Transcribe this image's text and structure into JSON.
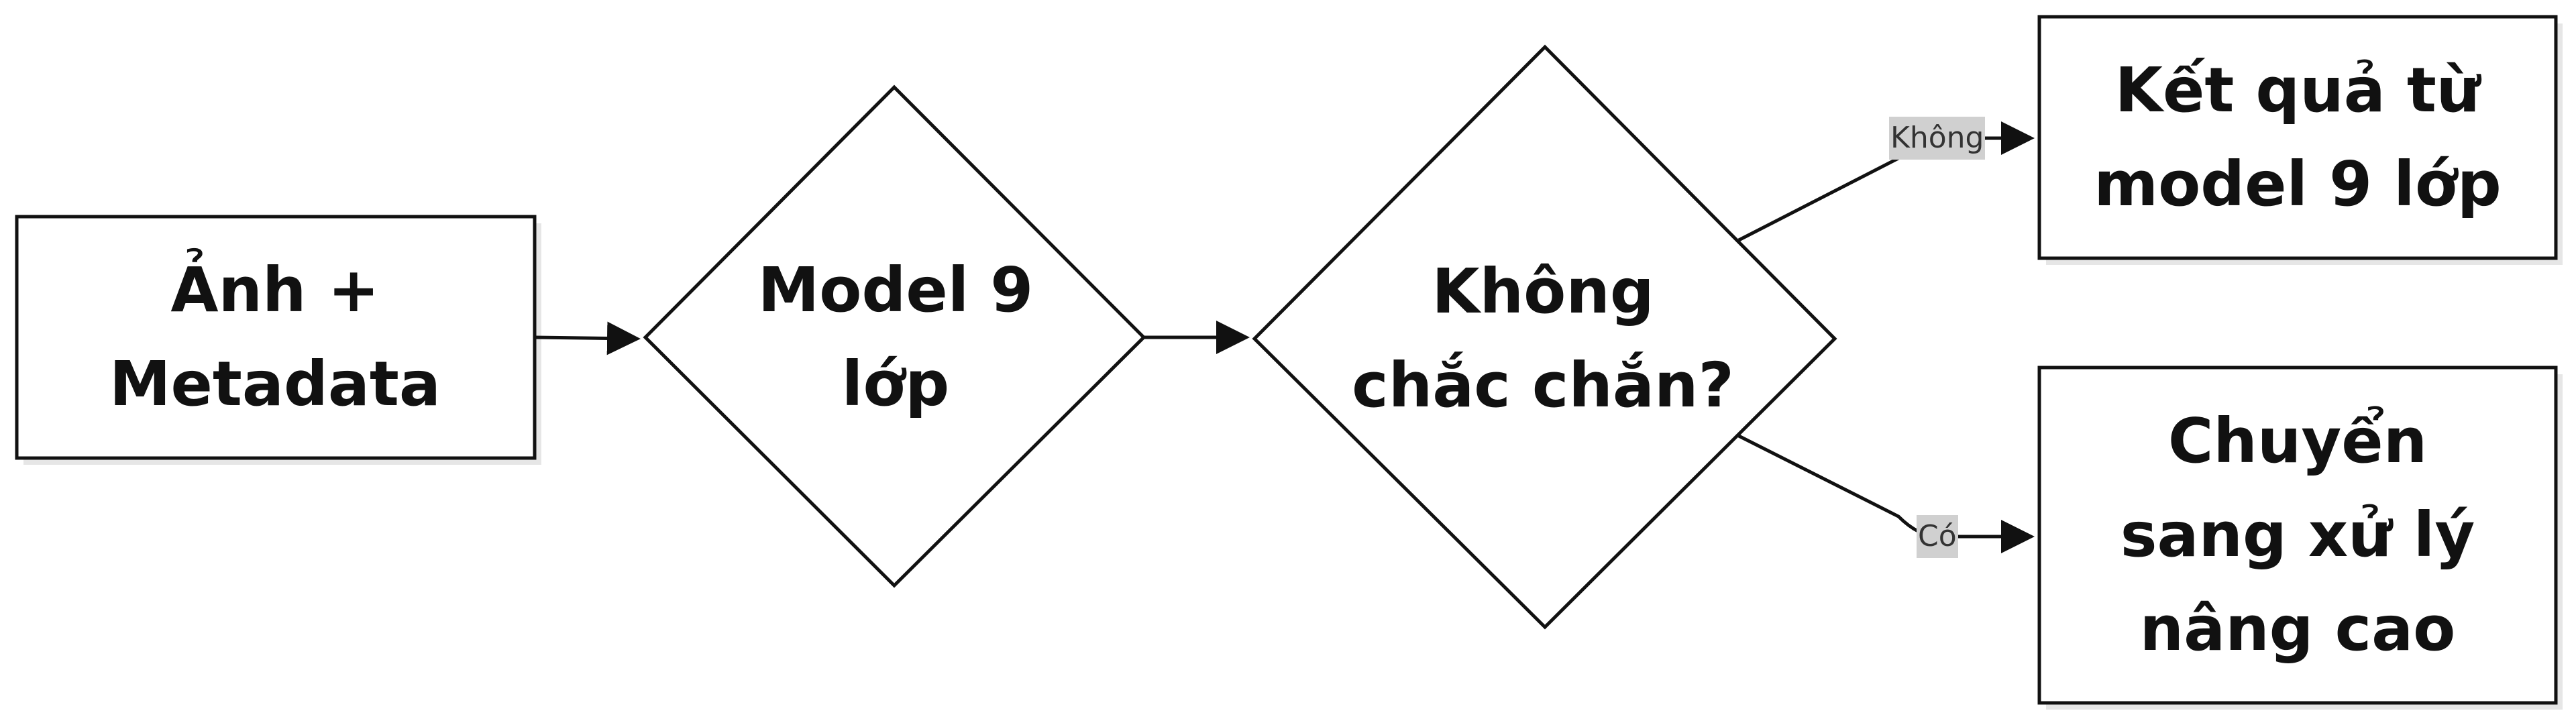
{
  "nodes": {
    "input": {
      "label": "Ảnh + Metadata"
    },
    "model": {
      "label": "Model 9 lớp"
    },
    "decision": {
      "label": "Không chắc chắn?"
    },
    "result": {
      "label": "Kết quả từ model 9 lớp"
    },
    "advanced": {
      "label": "Chuyển sang xử lý nâng cao"
    }
  },
  "edges": {
    "no": {
      "label": "Không"
    },
    "yes": {
      "label": "Có"
    }
  },
  "colors": {
    "stroke": "#111111",
    "fill": "#ffffff",
    "shadow": "#e6e6e6",
    "label_bg": "#d0d0d0"
  }
}
